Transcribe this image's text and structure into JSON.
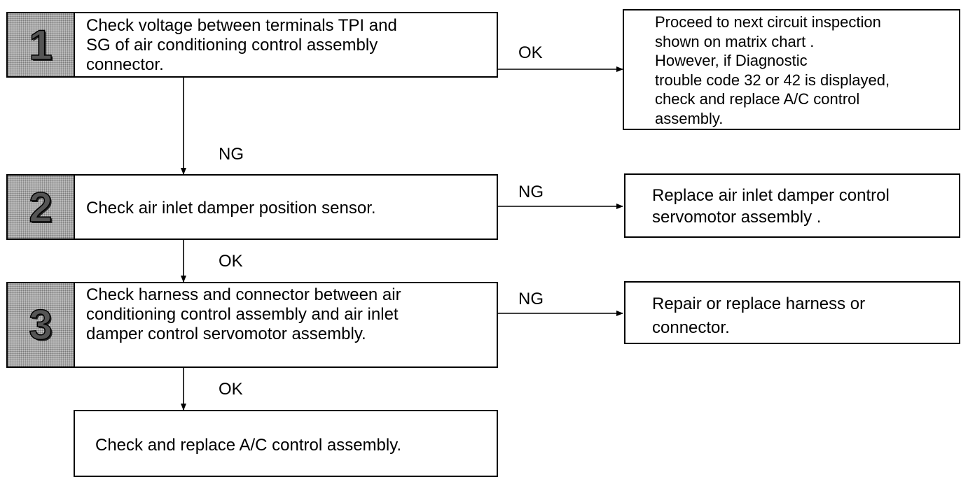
{
  "steps": [
    {
      "number": "1",
      "text": "Check voltage between terminals TPI and\nSG of air conditioning control assembly\nconnector."
    },
    {
      "number": "2",
      "text": "Check air inlet damper position sensor."
    },
    {
      "number": "3",
      "text": "Check harness and connector between air\nconditioning control assembly and air inlet\ndamper control servomotor assembly."
    }
  ],
  "final_box": {
    "text": "Check and replace A/C control assembly."
  },
  "result_boxes": [
    {
      "text": "Proceed to next circuit inspection\nshown on matrix chart .\nHowever, if Diagnostic\ntrouble code 32 or 42 is displayed,\ncheck and replace A/C control\nassembly."
    },
    {
      "text": "Replace air inlet damper control\nservomotor assembly ."
    },
    {
      "text": "Repair or replace harness or\nconnector."
    }
  ],
  "labels": {
    "step1_right": "OK",
    "step1_down": "NG",
    "step2_right": "NG",
    "step2_down": "OK",
    "step3_right": "NG",
    "step3_down": "OK"
  }
}
